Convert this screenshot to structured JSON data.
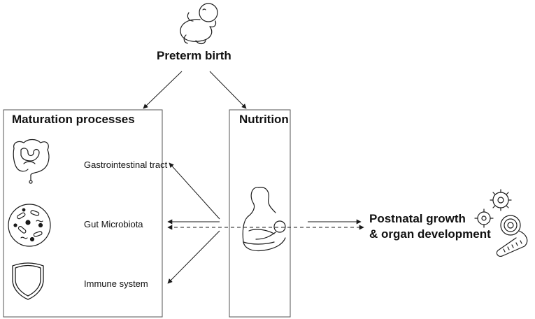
{
  "top": {
    "title": "Preterm birth",
    "icon": "fetus-icon"
  },
  "maturation": {
    "title": "Maturation processes",
    "items": [
      {
        "label": "Gastrointestinal tract",
        "icon": "intestine-icon"
      },
      {
        "label": "Gut Microbiota",
        "icon": "microbiota-icon"
      },
      {
        "label": "Immune system",
        "icon": "shield-icon"
      }
    ]
  },
  "nutrition": {
    "title": "Nutrition",
    "icon": "breastfeeding-icon"
  },
  "outcome": {
    "line1": "Postnatal growth",
    "line2": "& organ development",
    "icon": "gears-measuring-tape-icon"
  },
  "colors": {
    "stroke": "#1a1a1a",
    "background": "#ffffff"
  }
}
